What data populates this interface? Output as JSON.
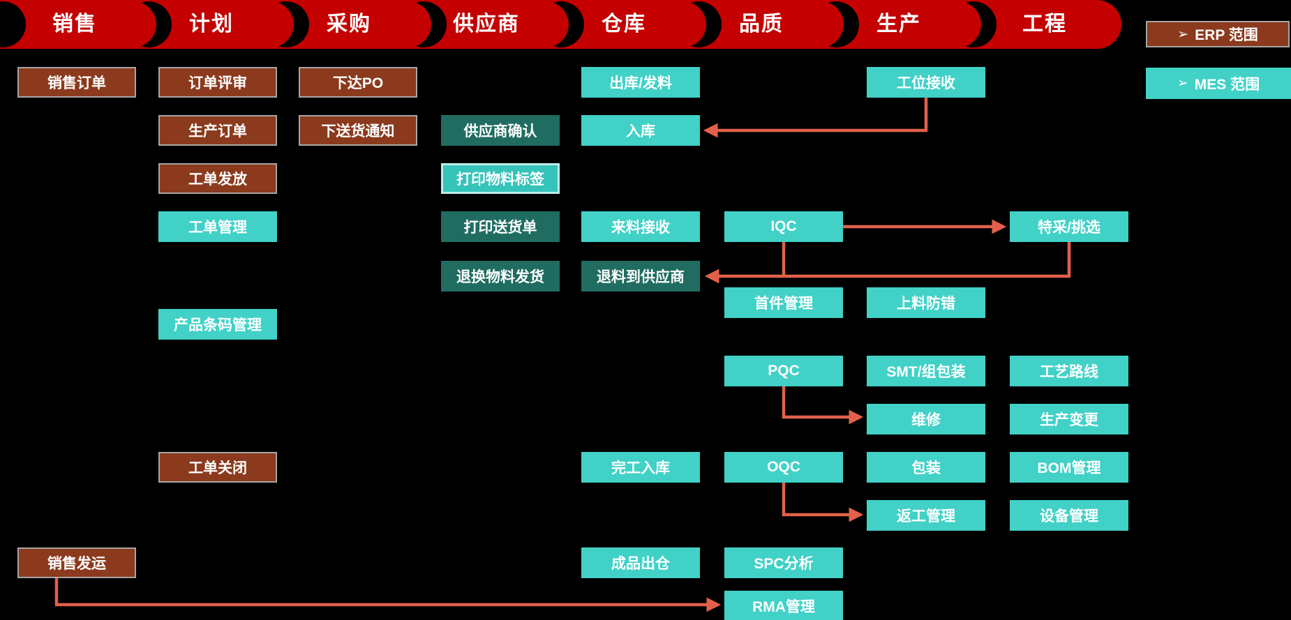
{
  "colors": {
    "background": "#000000",
    "header_red": "#C40000",
    "erp_brown": "#8B3A1E",
    "erp_border_gray": "#A6A6A6",
    "mes_teal": "#41D1C7",
    "mes_dark_teal": "#206C61",
    "mes_outline_border": "#BDEEEA",
    "arrow_orange": "#E2604B",
    "text_white": "#FFFFFF"
  },
  "headers": [
    {
      "label": "销售"
    },
    {
      "label": "计划"
    },
    {
      "label": "采购"
    },
    {
      "label": "供应商"
    },
    {
      "label": "仓库"
    },
    {
      "label": "品质"
    },
    {
      "label": "生产"
    },
    {
      "label": "工程"
    }
  ],
  "legend": [
    {
      "icon": "➢",
      "label": "ERP 范围",
      "type": "erp"
    },
    {
      "icon": "➢",
      "label": "MES 范围",
      "type": "mes"
    }
  ],
  "boxes": [
    {
      "label": "销售订单",
      "col": 1,
      "row": "r1",
      "type": "erp"
    },
    {
      "label": "订单评审",
      "col": 2,
      "row": "r1",
      "type": "erp"
    },
    {
      "label": "下达PO",
      "col": 3,
      "row": "r1",
      "type": "erp"
    },
    {
      "label": "出库/发料",
      "col": 5,
      "row": "r1",
      "type": "mes"
    },
    {
      "label": "工位接收",
      "col": 7,
      "row": "r1",
      "type": "mes"
    },
    {
      "label": "生产订单",
      "col": 2,
      "row": "r2",
      "type": "erp"
    },
    {
      "label": "下送货通知",
      "col": 3,
      "row": "r2",
      "type": "erp"
    },
    {
      "label": "供应商确认",
      "col": 4,
      "row": "r2",
      "type": "mes-dark"
    },
    {
      "label": "入库",
      "col": 5,
      "row": "r2",
      "type": "mes"
    },
    {
      "label": "工单发放",
      "col": 2,
      "row": "r3",
      "type": "erp"
    },
    {
      "label": "打印物料标签",
      "col": 4,
      "row": "r3",
      "type": "mes-outline"
    },
    {
      "label": "工单管理",
      "col": 2,
      "row": "r4",
      "type": "mes"
    },
    {
      "label": "打印送货单",
      "col": 4,
      "row": "r4",
      "type": "mes-dark"
    },
    {
      "label": "来料接收",
      "col": 5,
      "row": "r4",
      "type": "mes"
    },
    {
      "label": "IQC",
      "col": 6,
      "row": "r4",
      "type": "mes"
    },
    {
      "label": "特采/挑选",
      "col": 8,
      "row": "r4",
      "type": "mes"
    },
    {
      "label": "退换物料发货",
      "col": 4,
      "row": "r5",
      "type": "mes-dark"
    },
    {
      "label": "退料到供应商",
      "col": 5,
      "row": "r5",
      "type": "mes-dark"
    },
    {
      "label": "首件管理",
      "col": 6,
      "row": "r5b",
      "type": "mes"
    },
    {
      "label": "上料防错",
      "col": 7,
      "row": "r5b",
      "type": "mes"
    },
    {
      "label": "产品条码管理",
      "col": 2,
      "row": "r6",
      "type": "mes"
    },
    {
      "label": "PQC",
      "col": 6,
      "row": "r7",
      "type": "mes"
    },
    {
      "label": "SMT/组包装",
      "col": 7,
      "row": "r7",
      "type": "mes"
    },
    {
      "label": "工艺路线",
      "col": 8,
      "row": "r7",
      "type": "mes"
    },
    {
      "label": "维修",
      "col": 7,
      "row": "r8",
      "type": "mes"
    },
    {
      "label": "生产变更",
      "col": 8,
      "row": "r8",
      "type": "mes"
    },
    {
      "label": "工单关闭",
      "col": 2,
      "row": "r9",
      "type": "erp"
    },
    {
      "label": "完工入库",
      "col": 5,
      "row": "r9",
      "type": "mes"
    },
    {
      "label": "OQC",
      "col": 6,
      "row": "r9",
      "type": "mes"
    },
    {
      "label": "包装",
      "col": 7,
      "row": "r9",
      "type": "mes"
    },
    {
      "label": "BOM管理",
      "col": 8,
      "row": "r9",
      "type": "mes"
    },
    {
      "label": "返工管理",
      "col": 7,
      "row": "r10",
      "type": "mes"
    },
    {
      "label": "设备管理",
      "col": 8,
      "row": "r10",
      "type": "mes"
    },
    {
      "label": "销售发运",
      "col": 1,
      "row": "r11",
      "type": "erp"
    },
    {
      "label": "成品出仓",
      "col": 5,
      "row": "r11",
      "type": "mes"
    },
    {
      "label": "SPC分析",
      "col": 6,
      "row": "r11",
      "type": "mes"
    },
    {
      "label": "RMA管理",
      "col": 6,
      "row": "r12",
      "type": "mes"
    }
  ],
  "arrows": [
    {
      "from": "工位接收",
      "to": "入库"
    },
    {
      "from": "IQC",
      "to": "特采/挑选"
    },
    {
      "from": "IQC",
      "to": "退料到供应商"
    },
    {
      "from": "特采/挑选",
      "to": "退料到供应商"
    },
    {
      "from": "PQC",
      "to": "维修"
    },
    {
      "from": "OQC",
      "to": "返工管理"
    },
    {
      "from": "销售发运",
      "to": "RMA管理"
    }
  ]
}
